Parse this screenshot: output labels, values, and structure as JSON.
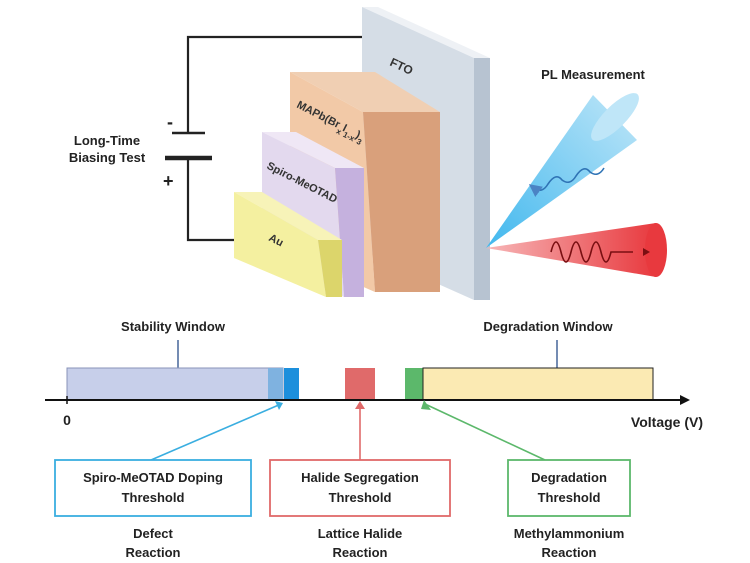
{
  "device": {
    "layers": {
      "fto": "FTO",
      "perovskite": "MAPb(Br",
      "perovskite_sub1": "x",
      "perovskite_mid": "I",
      "perovskite_sub2": "1-x",
      "perovskite_end": ")",
      "perovskite_sub3": "3",
      "spiro": "Spiro-MeOTAD",
      "au": "Au"
    },
    "bias_test": {
      "line1": "Long-Time",
      "line2": "Biasing Test",
      "minus": "-",
      "plus": "+"
    },
    "pl_label": "PL Measurement"
  },
  "axis": {
    "zero_label": "0",
    "voltage_label": "Voltage (V)",
    "stability_window": "Stability Window",
    "degradation_window": "Degradation Window"
  },
  "thresholds": [
    {
      "line1": "Spiro-MeOTAD Doping",
      "line2": "Threshold",
      "reaction1": "Defect",
      "reaction2": "Reaction",
      "color": "#3aaee0"
    },
    {
      "line1": "Halide Segregation",
      "line2": "Threshold",
      "reaction1": "Lattice Halide",
      "reaction2": "Reaction",
      "color": "#e06a6a"
    },
    {
      "line1": "Degradation",
      "line2": "Threshold",
      "reaction1": "Methylammonium",
      "reaction2": "Reaction",
      "color": "#5cb86b"
    }
  ],
  "colors": {
    "fto": "#d5dde6",
    "perovskite": "#e8b892",
    "spiro": "#d9cde6",
    "au": "#f3ef94",
    "stability": "#c7cfea",
    "degradation": "#fbeab3",
    "blue_beam": "#42b8ee",
    "red_beam": "#e8393e"
  }
}
